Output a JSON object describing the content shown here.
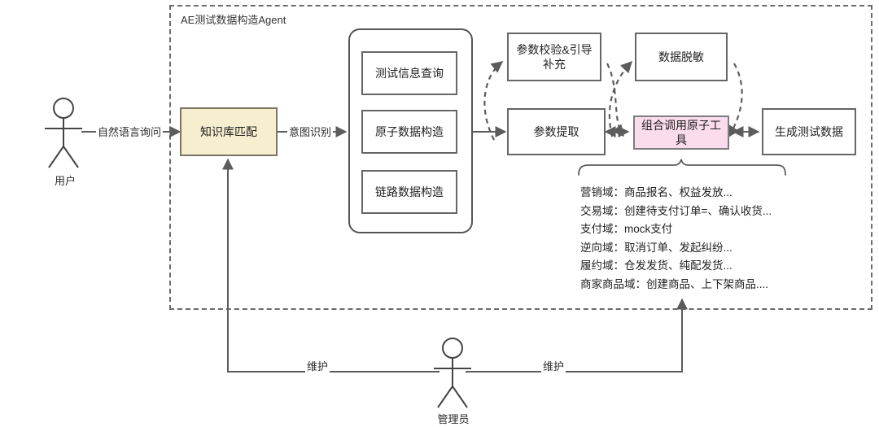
{
  "diagram": {
    "title": "AE测试数据构造Agent",
    "actors": [
      {
        "id": "user",
        "label": "用户"
      },
      {
        "id": "admin",
        "label": "管理员"
      }
    ],
    "nodes": [
      {
        "id": "kb-match",
        "label": "知识库匹配",
        "style": "beige"
      },
      {
        "id": "test-info-query",
        "label": "测试信息查询",
        "style": "plain"
      },
      {
        "id": "atomic-data-build",
        "label": "原子数据构造",
        "style": "plain"
      },
      {
        "id": "chain-data-build",
        "label": "链路数据构造",
        "style": "plain"
      },
      {
        "id": "param-validate",
        "label": "参数校验&引导补充",
        "style": "plain"
      },
      {
        "id": "data-mask",
        "label": "数据脱敏",
        "style": "plain"
      },
      {
        "id": "param-extract",
        "label": "参数提取",
        "style": "plain"
      },
      {
        "id": "compose-atomic-tools",
        "label": "组合调用原子工具",
        "style": "pink"
      },
      {
        "id": "generate-test-data",
        "label": "生成测试数据",
        "style": "plain"
      }
    ],
    "edge_labels": [
      {
        "id": "natural-language-query",
        "label": "自然语言询问"
      },
      {
        "id": "intent-recognition",
        "label": "意图识别"
      },
      {
        "id": "maintain-left",
        "label": "维护"
      },
      {
        "id": "maintain-right",
        "label": "维护"
      }
    ],
    "domain_list": [
      "营销域：商品报名、权益发放...",
      "交易域：创建待支付订单=、确认收货...",
      "支付域：mock支付",
      "逆向域：取消订单、发起纠纷...",
      "履约域：仓发发货、纯配发货...",
      "商家商品域：创建商品、上下架商品...."
    ],
    "colors": {
      "beige_fill": "#f7eed0",
      "beige_stroke": "#7a7463",
      "pink_fill": "#fadced",
      "pink_stroke": "#7d7d7d",
      "box_stroke": "#666666",
      "line": "#5c5c5c",
      "frame_dash": "#6b6b6b",
      "text": "#1f1f1f",
      "background": "#ffffff"
    }
  }
}
